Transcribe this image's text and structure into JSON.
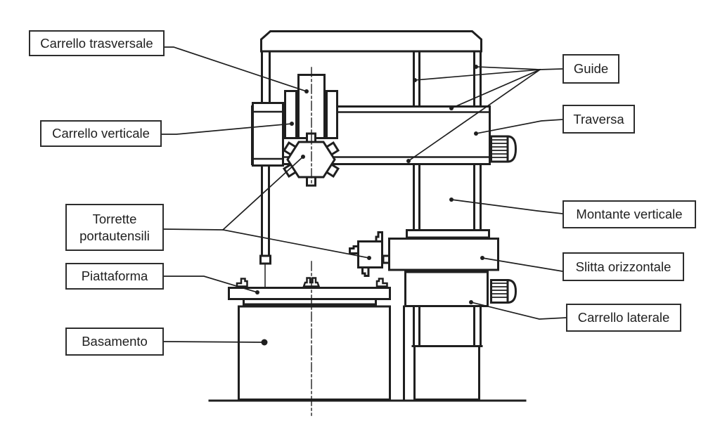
{
  "diagram": {
    "subject": "vertical-lathe-schematic",
    "background": "#ffffff",
    "line_color": "#1f1f1f",
    "labels": {
      "carrello_trasversale": "Carrello trasversale",
      "carrello_verticale": "Carrello verticale",
      "torrette_line1": "Torrette",
      "torrette_line2": "portautensili",
      "piattaforma": "Piattaforma",
      "basamento": "Basamento",
      "guide": "Guide",
      "traversa": "Traversa",
      "montante_verticale": "Montante verticale",
      "slitta_orizzontale": "Slitta orizzontale",
      "carrello_laterale": "Carrello laterale"
    }
  }
}
